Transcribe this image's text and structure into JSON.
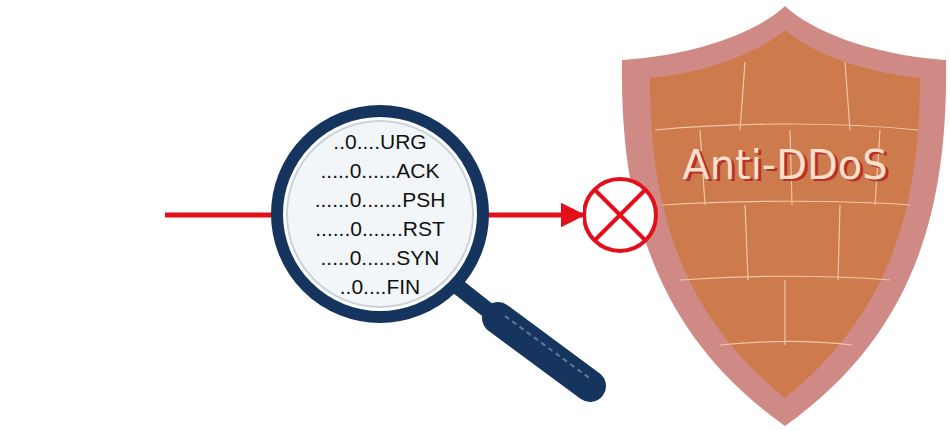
{
  "diagram": {
    "nodes": [
      {
        "text": [
          "..0....URG",
          ".....0......ACK",
          "......0.......PSH",
          "......0.......RST",
          ".....0......SYN",
          "..0....FIN"
        ]
      },
      {
        "text": [
          "Anti-DDoS"
        ]
      }
    ],
    "edges": [
      {
        "from": 0,
        "to": 1,
        "arrow": "to"
      }
    ]
  }
}
